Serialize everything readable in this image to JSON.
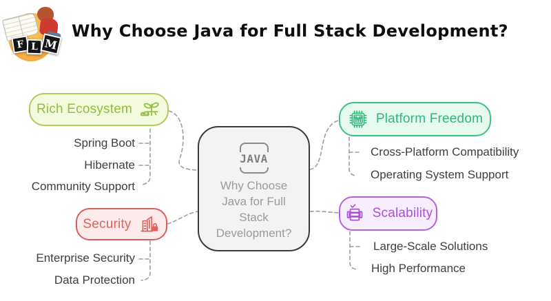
{
  "header": {
    "title": "Why Choose Java for Full Stack Development?",
    "logo": {
      "letters": [
        "F",
        "L",
        "M"
      ]
    }
  },
  "center": {
    "badge": "JAVA",
    "lines": [
      "Why Choose",
      "Java for Full",
      "Stack",
      "Development?"
    ]
  },
  "branches": [
    {
      "id": "rich-ecosystem",
      "label": "Rich Ecosystem",
      "icon": "plant-sprout-icon",
      "items": [
        "Spring Boot",
        "Hibernate",
        "Community Support"
      ]
    },
    {
      "id": "security",
      "label": "Security",
      "icon": "building-lock-icon",
      "items": [
        "Enterprise Security",
        "Data Protection"
      ]
    },
    {
      "id": "platform-freedom",
      "label": "Platform Freedom",
      "icon": "cpu-chip-icon",
      "items": [
        "Cross-Platform Compatibility",
        "Operating System Support"
      ]
    },
    {
      "id": "scalability",
      "label": "Scalability",
      "icon": "server-stack-icon",
      "items": [
        "Large-Scale Solutions",
        "High Performance"
      ]
    }
  ],
  "colors": {
    "rich_green": "#8fbf3f",
    "rich_bg": "#f4fadd",
    "rich_border": "#aecb63",
    "security_red": "#e0625c",
    "security_bg": "#fcebea",
    "security_border": "#d4615c",
    "platform_green": "#2fb878",
    "platform_bg": "#e7faf0",
    "platform_border": "#3fbe85",
    "scalability_purple": "#ab4fd6",
    "scalability_bg": "#f8edfe",
    "scalability_border": "#b164da",
    "center_bg": "#f3f3f3",
    "center_border": "#3a3a3a",
    "center_text": "#9a9a9a",
    "item_text": "#3e3e3e",
    "connector": "#9e9e9e",
    "logo_blob": "#f2a133"
  }
}
